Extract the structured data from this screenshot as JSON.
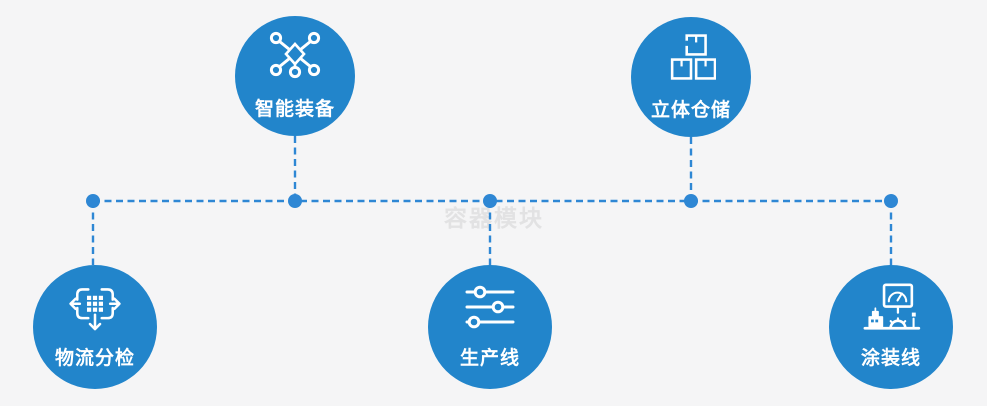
{
  "watermark": "容器模块",
  "colors": {
    "background": "#f5f5f6",
    "node_fill": "#2285cb",
    "connector": "#2e87d4",
    "label_text": "#ffffff",
    "watermark_text": "#e2e2e3"
  },
  "nodes": [
    {
      "label": "智能装备",
      "icon": "network-nodes-icon",
      "position": "top-left"
    },
    {
      "label": "立体仓储",
      "icon": "stacked-boxes-icon",
      "position": "top-right"
    },
    {
      "label": "物流分检",
      "icon": "sort-distribute-icon",
      "position": "bottom-left"
    },
    {
      "label": "生产线",
      "icon": "sliders-icon",
      "position": "bottom-center"
    },
    {
      "label": "涂装线",
      "icon": "control-station-icon",
      "position": "bottom-right"
    }
  ]
}
